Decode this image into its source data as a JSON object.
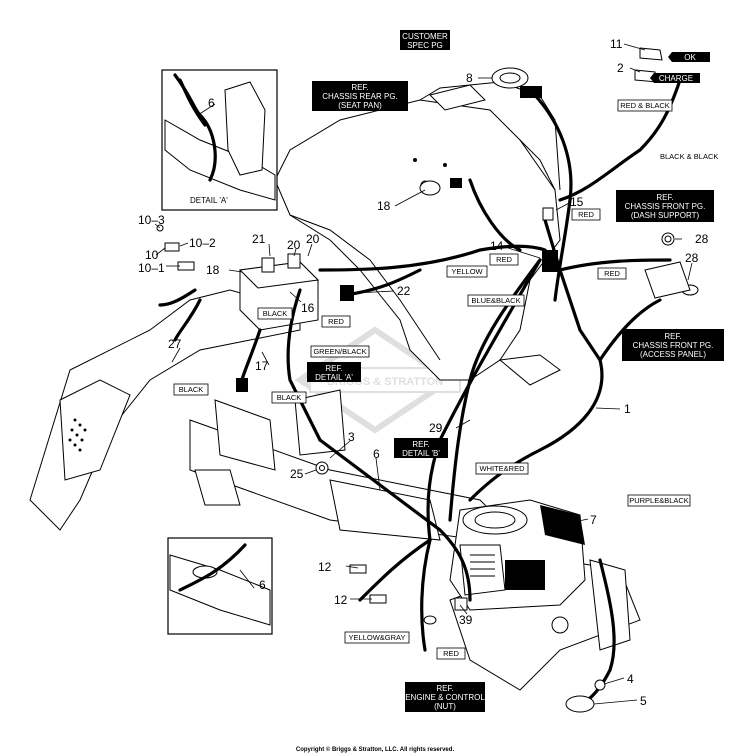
{
  "callouts": {
    "n1": "1",
    "n2": "2",
    "n3": "3",
    "n4": "4",
    "n5": "5",
    "n6": "6",
    "n7": "7",
    "n8": "8",
    "n10": "10",
    "n10_1": "10–1",
    "n10_2": "10–2",
    "n10_3": "10–3",
    "n11": "11",
    "n12": "12",
    "n14": "14",
    "n15": "15",
    "n16": "16",
    "n17": "17",
    "n18": "18",
    "n20": "20",
    "n21": "21",
    "n22": "22",
    "n25": "25",
    "n27": "27",
    "n28": "28",
    "n29": "29",
    "n39": "39"
  },
  "ref_boxes": {
    "customer_spec": [
      "CUSTOMER",
      "SPEC PG"
    ],
    "chassis_rear": [
      "REF.",
      "CHASSIS REAR PG.",
      "(SEAT PAN)"
    ],
    "chassis_front_dash": [
      "REF.",
      "CHASSIS FRONT PG.",
      "(DASH SUPPORT)"
    ],
    "chassis_front_access": [
      "REF.",
      "CHASSIS FRONT PG.",
      "(ACCESS PANEL)"
    ],
    "detail_a": [
      "REF.",
      "DETAIL 'A'"
    ],
    "detail_b": [
      "REF.",
      "DETAIL 'B'"
    ],
    "engine_control": [
      "REF.",
      "ENGINE & CONTROL",
      "(NUT)"
    ],
    "ok": "OK",
    "charge": "CHARGE"
  },
  "wire_labels": {
    "red_black": "RED & BLACK",
    "black_black": "BLACK & BLACK",
    "red_15": "RED",
    "red_14": "RED",
    "yellow": "YELLOW",
    "red_28": "RED",
    "blue_black": "BLUE&BLACK",
    "black_16": "BLACK",
    "red_22": "RED",
    "green_black": "GREEN/BLACK",
    "black_17": "BLACK",
    "black_left": "BLACK",
    "white_red": "WHITE&RED",
    "purple_black": "PURPLE&BLACK",
    "yellow_gray": "YELLOW&GRAY",
    "red_bottom": "RED"
  },
  "inset_caption": "DETAIL 'A'",
  "watermark": "BRIGGS & STRATTON",
  "copyright": "Copyright © Briggs & Stratton, LLC. All rights reserved."
}
